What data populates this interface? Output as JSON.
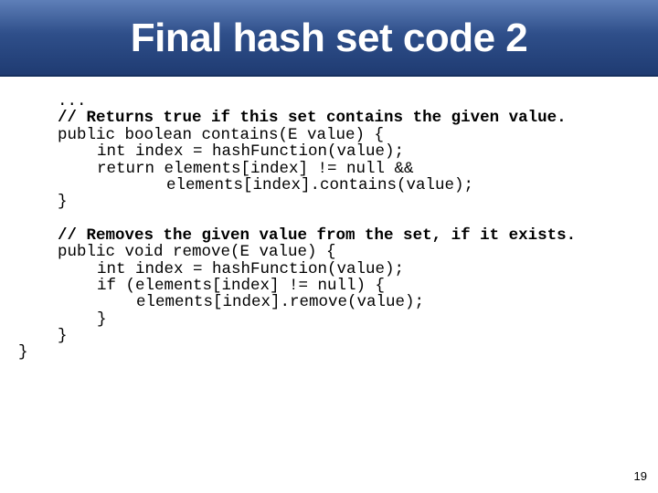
{
  "slide": {
    "title": "Final hash set code 2",
    "page_number": "19"
  },
  "code_lines": [
    "...",
    "// Returns true if this set contains the given value.",
    "public boolean contains(E value) {",
    "int index = hashFunction(value);",
    "return elements[index] != null &&",
    "elements[index].contains(value);",
    "}",
    "// Removes the given value from the set, if it exists.",
    "public void remove(E value) {",
    "int index = hashFunction(value);",
    "if (elements[index] != null) {",
    "elements[index].remove(value);",
    "}",
    "}",
    "}"
  ]
}
